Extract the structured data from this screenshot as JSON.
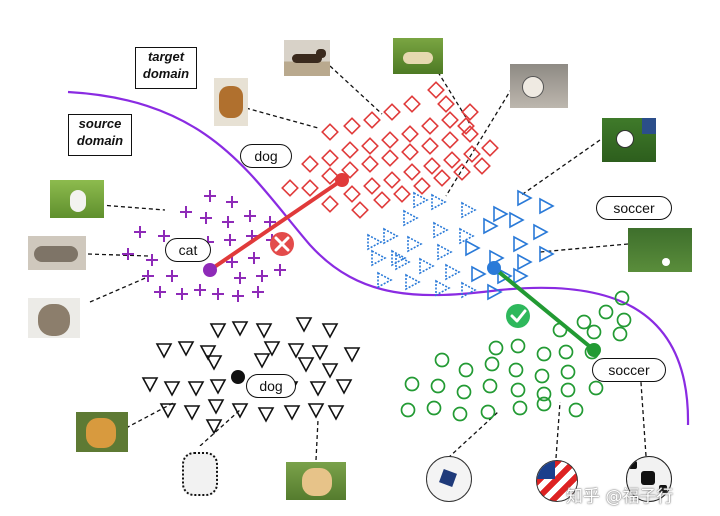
{
  "domains": {
    "target_line1": "target",
    "target_line2": "domain",
    "source_line1": "source",
    "source_line2": "domain"
  },
  "labels": {
    "dog_target": "dog",
    "cat_source": "cat",
    "soccer_target": "soccer",
    "dog_source": "dog",
    "soccer_source": "soccer"
  },
  "colors": {
    "boundary": "#8a2be2",
    "target_dog": "#e03a3a",
    "source_cat": "#8e2ab8",
    "target_soccer": "#2a7ad8",
    "source_soccer": "#229a33",
    "source_dog": "#111111",
    "wrong": "#e34b4b",
    "right": "#2eb85c"
  },
  "icons": {
    "mismatch": "cross-icon",
    "match": "checkmark-icon"
  },
  "watermark": "知乎 @福子行"
}
